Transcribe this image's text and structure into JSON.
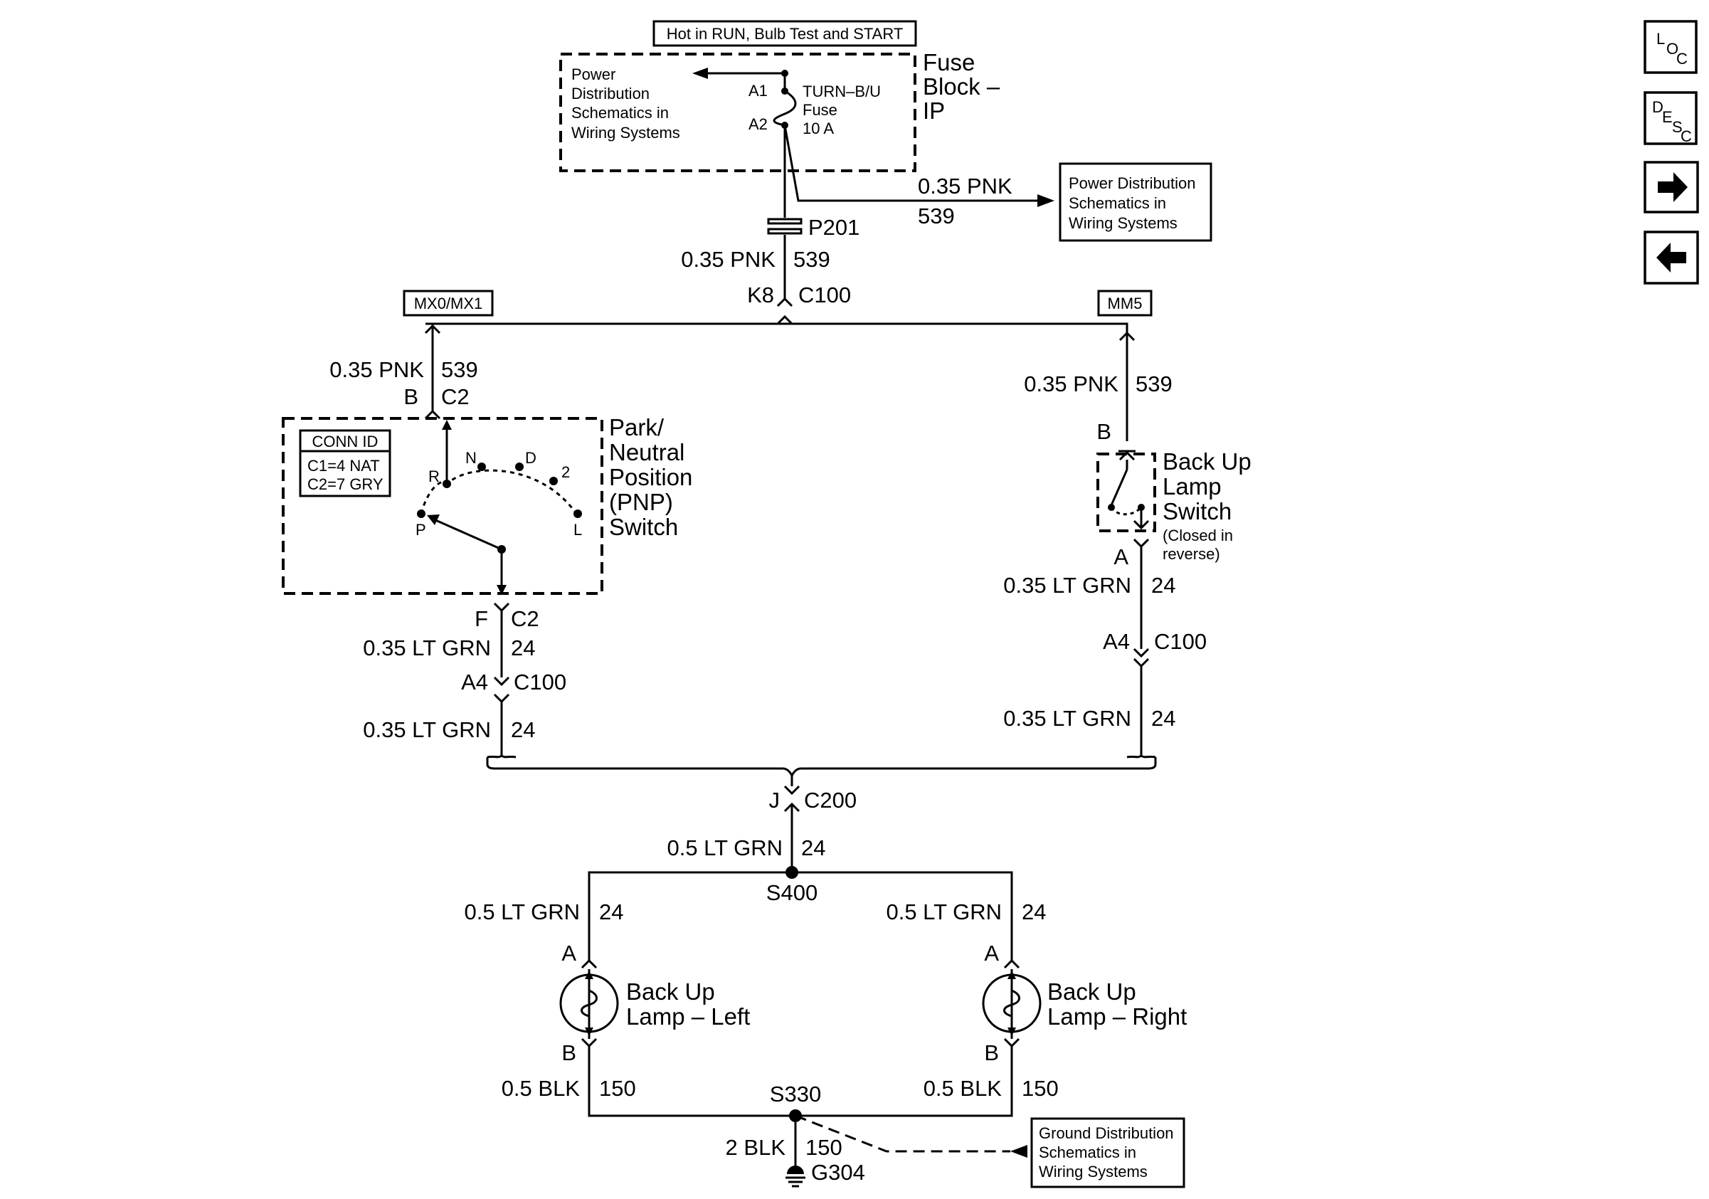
{
  "power": {
    "hot_label": "Hot in RUN, Bulb Test and START",
    "fuse_block": [
      "Fuse",
      "Block –",
      "IP"
    ],
    "pd_left": [
      "Power",
      "Distribution",
      "Schematics in",
      "Wiring Systems"
    ],
    "pin_a1": "A1",
    "pin_a2": "A2",
    "fuse_name": [
      "TURN–B/U",
      "Fuse",
      "10 A"
    ],
    "branch_wire": "0.35 PNK",
    "branch_circuit": "539",
    "pd_right": [
      "Power Distribution",
      "Schematics in",
      "Wiring Systems"
    ],
    "splice_p201": "P201",
    "main_wire": "0.35 PNK",
    "main_circuit": "539",
    "pin_k8": "K8",
    "conn_c100": "C100"
  },
  "options": {
    "left": "MX0/MX1",
    "right": "MM5"
  },
  "pnp": {
    "wire_in": "0.35 PNK",
    "circuit_in": "539",
    "pin_b": "B",
    "conn_c2": "C2",
    "conn_id_title": "CONN ID",
    "conn_id_lines": [
      "C1=4 NAT",
      "C2=7 GRY"
    ],
    "positions": [
      "R",
      "N",
      "D",
      "2",
      "P",
      "L"
    ],
    "name": [
      "Park/",
      "Neutral",
      "Position",
      "(PNP)",
      "Switch"
    ],
    "pin_f": "F",
    "conn_c2_out": "C2",
    "wire_out": "0.35 LT GRN",
    "circuit_out": "24",
    "pin_a4": "A4",
    "conn_c100": "C100",
    "wire_out2": "0.35 LT GRN",
    "circuit_out2": "24"
  },
  "bul_switch": {
    "wire_in": "0.35 PNK",
    "circuit_in": "539",
    "pin_b": "B",
    "name": [
      "Back Up",
      "Lamp",
      "Switch"
    ],
    "note": [
      "(Closed in",
      "reverse)"
    ],
    "pin_a": "A",
    "wire_out": "0.35 LT GRN",
    "circuit_out": "24",
    "pin_a4": "A4",
    "conn_c100": "C100",
    "wire_out2": "0.35 LT GRN",
    "circuit_out2": "24"
  },
  "lower": {
    "pin_j": "J",
    "conn_c200": "C200",
    "wire": "0.5 LT GRN",
    "circuit": "24",
    "splice_s400": "S400",
    "left_wire": "0.5 LT GRN",
    "left_circuit": "24",
    "right_wire": "0.5 LT GRN",
    "right_circuit": "24",
    "lamp_left_pin_a": "A",
    "lamp_left_name": [
      "Back Up",
      "Lamp – Left"
    ],
    "lamp_left_pin_b": "B",
    "lamp_right_pin_a": "A",
    "lamp_right_name": [
      "Back Up",
      "Lamp – Right"
    ],
    "lamp_right_pin_b": "B",
    "gnd_left_wire": "0.5 BLK",
    "gnd_left_circuit": "150",
    "gnd_right_wire": "0.5 BLK",
    "gnd_right_circuit": "150",
    "splice_s330": "S330",
    "ground_wire": "2 BLK",
    "ground_circuit": "150",
    "ground_g304": "G304",
    "gd_box": [
      "Ground Distribution",
      "Schematics in",
      "Wiring Systems"
    ]
  },
  "nav": {
    "loc_letters": [
      "L",
      "O",
      "C"
    ],
    "desc_letters": [
      "D",
      "E",
      "S",
      "C"
    ],
    "next_icon": "arrow-right-icon",
    "prev_icon": "arrow-left-icon"
  }
}
